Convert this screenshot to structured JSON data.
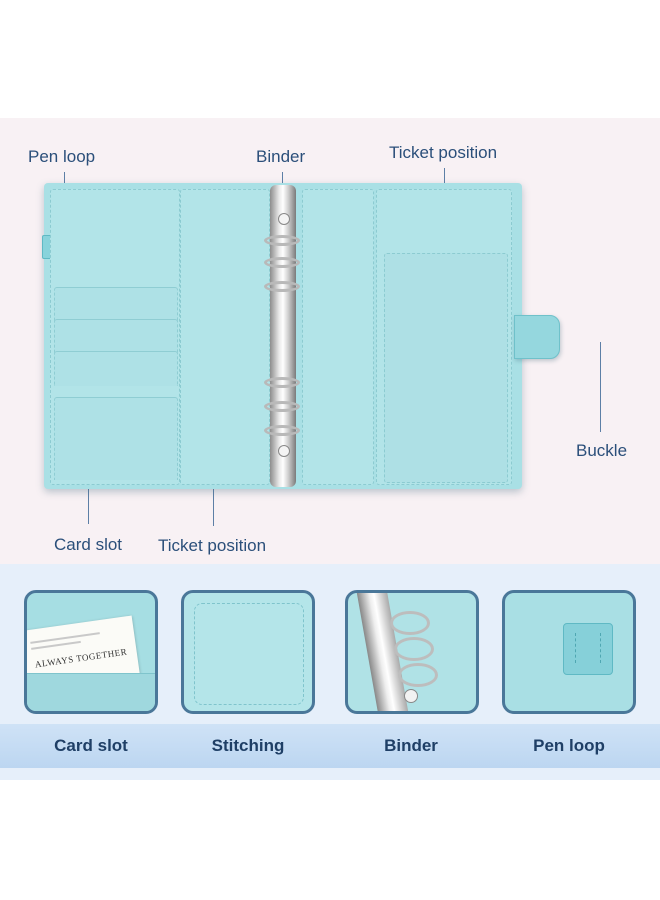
{
  "callouts": {
    "pen_loop": "Pen loop",
    "binder": "Binder",
    "ticket_position_top": "Ticket position",
    "buckle": "Buckle",
    "card_slot": "Card slot",
    "ticket_position_bottom": "Ticket position"
  },
  "details": [
    {
      "label": "Card slot"
    },
    {
      "label": "Stitching"
    },
    {
      "label": "Binder"
    },
    {
      "label": "Pen loop"
    }
  ],
  "card_print": "ALWAYS TOGETHER",
  "colors": {
    "binder_cover": "#a9e0e5",
    "label_band": "#cfe2f6",
    "text": "#1f3f66"
  }
}
